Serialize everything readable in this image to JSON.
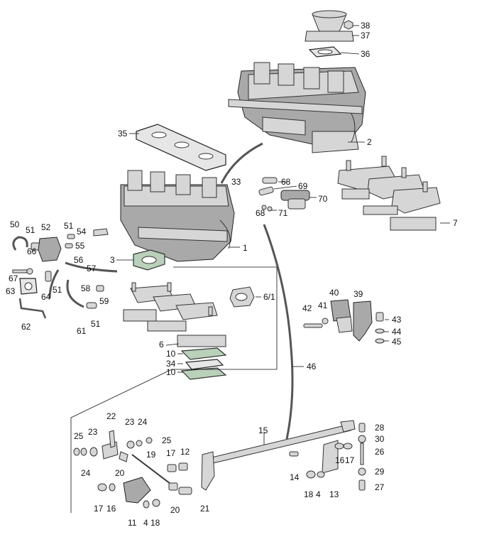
{
  "parts": [
    {
      "num": "1"
    },
    {
      "num": "2"
    },
    {
      "num": "3"
    },
    {
      "num": "4"
    },
    {
      "num": "4"
    },
    {
      "num": "6"
    },
    {
      "num": "6/1"
    },
    {
      "num": "7"
    },
    {
      "num": "10"
    },
    {
      "num": "10"
    },
    {
      "num": "11"
    },
    {
      "num": "12"
    },
    {
      "num": "13"
    },
    {
      "num": "14"
    },
    {
      "num": "15"
    },
    {
      "num": "16"
    },
    {
      "num": "16"
    },
    {
      "num": "17"
    },
    {
      "num": "17"
    },
    {
      "num": "17"
    },
    {
      "num": "18"
    },
    {
      "num": "18"
    },
    {
      "num": "19"
    },
    {
      "num": "20"
    },
    {
      "num": "20"
    },
    {
      "num": "21"
    },
    {
      "num": "22"
    },
    {
      "num": "23"
    },
    {
      "num": "23"
    },
    {
      "num": "24"
    },
    {
      "num": "24"
    },
    {
      "num": "25"
    },
    {
      "num": "25"
    },
    {
      "num": "26"
    },
    {
      "num": "27"
    },
    {
      "num": "28"
    },
    {
      "num": "29"
    },
    {
      "num": "30"
    },
    {
      "num": "33"
    },
    {
      "num": "34"
    },
    {
      "num": "35"
    },
    {
      "num": "36"
    },
    {
      "num": "37"
    },
    {
      "num": "38"
    },
    {
      "num": "39"
    },
    {
      "num": "40"
    },
    {
      "num": "41"
    },
    {
      "num": "42"
    },
    {
      "num": "43"
    },
    {
      "num": "44"
    },
    {
      "num": "45"
    },
    {
      "num": "46"
    },
    {
      "num": "50"
    },
    {
      "num": "51"
    },
    {
      "num": "51"
    },
    {
      "num": "51"
    },
    {
      "num": "51"
    },
    {
      "num": "52"
    },
    {
      "num": "54"
    },
    {
      "num": "55"
    },
    {
      "num": "56"
    },
    {
      "num": "57"
    },
    {
      "num": "58"
    },
    {
      "num": "59"
    },
    {
      "num": "61"
    },
    {
      "num": "62"
    },
    {
      "num": "63"
    },
    {
      "num": "64"
    },
    {
      "num": "66"
    },
    {
      "num": "67"
    },
    {
      "num": "68"
    },
    {
      "num": "68"
    },
    {
      "num": "69"
    },
    {
      "num": "70"
    },
    {
      "num": "71"
    }
  ]
}
